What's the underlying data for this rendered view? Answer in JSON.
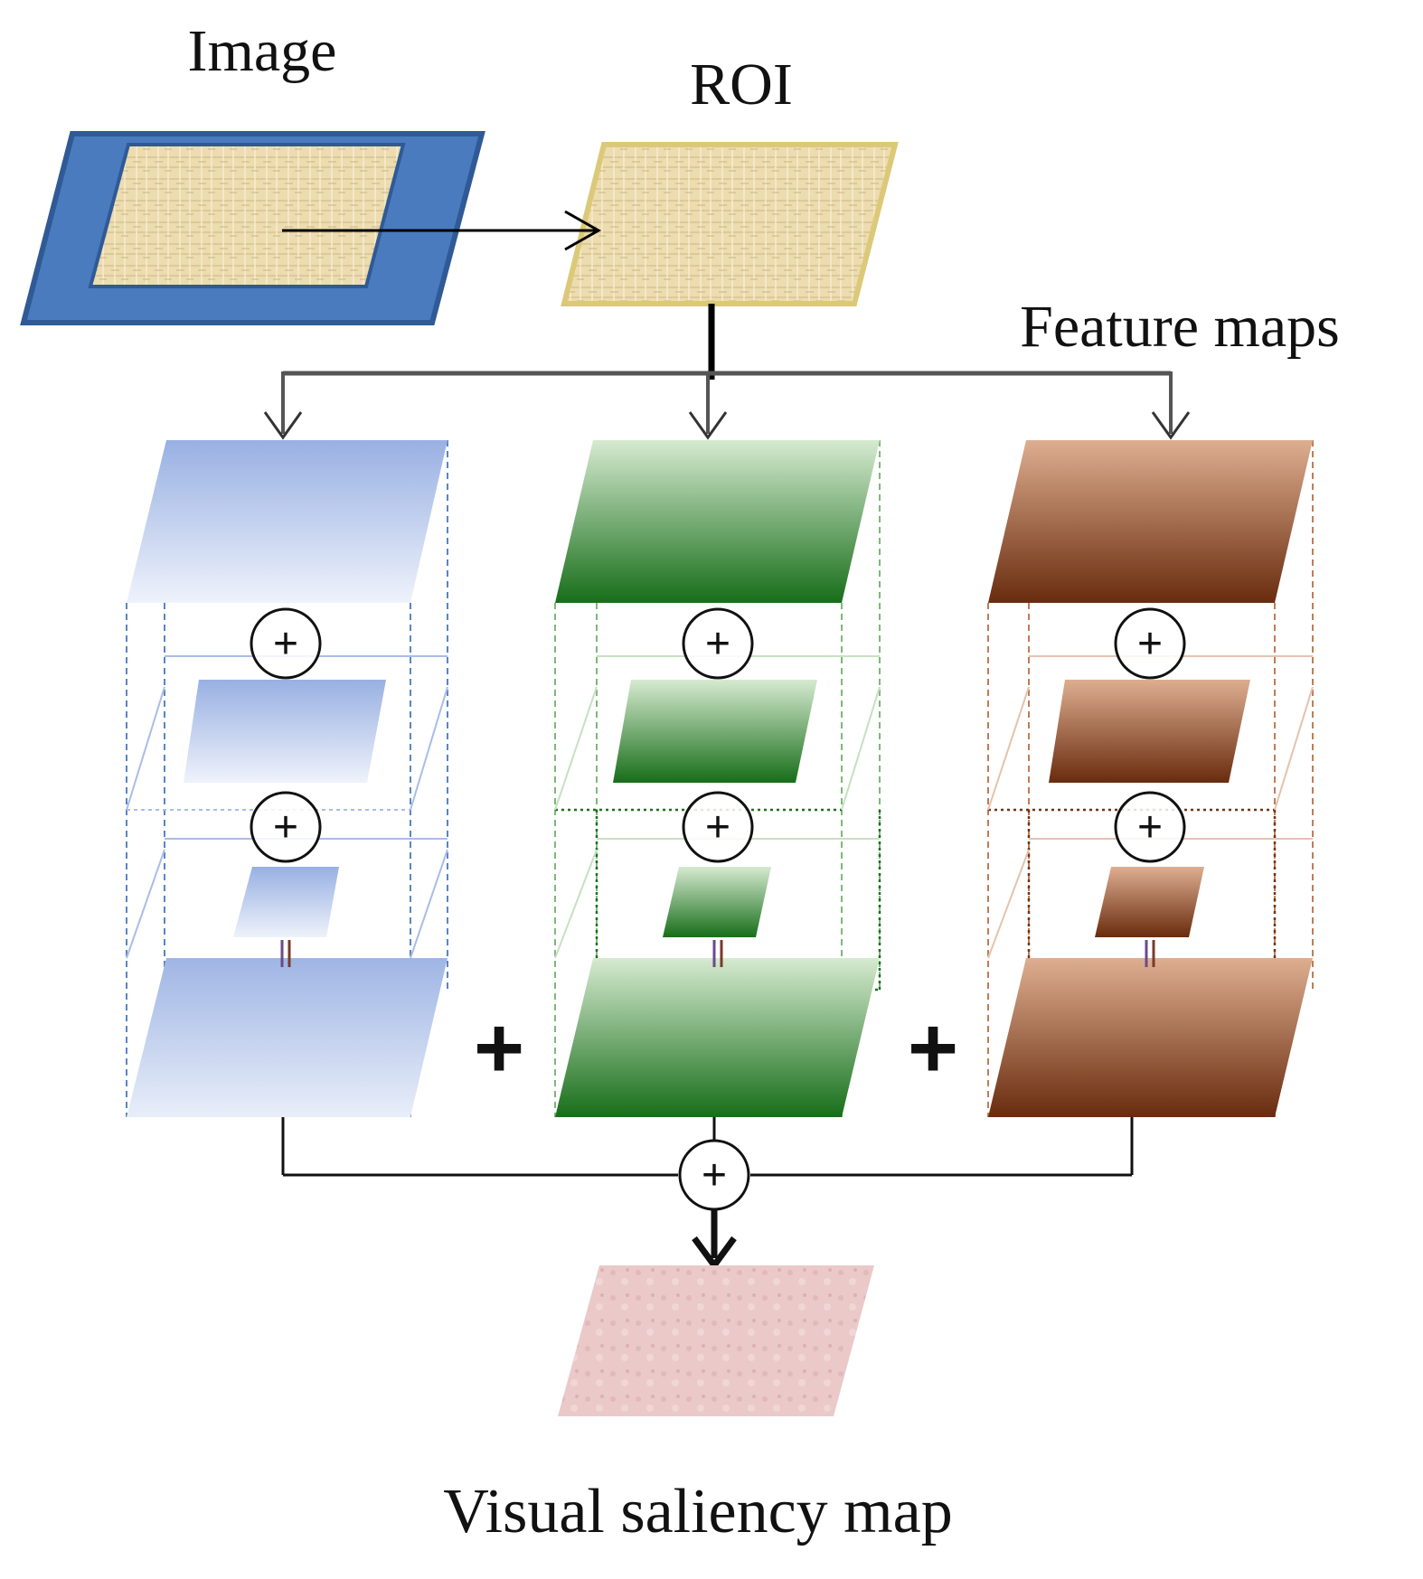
{
  "labels": {
    "image": "Image",
    "roi": "ROI",
    "feature_maps": "Feature maps",
    "output": "Visual saliency map"
  },
  "symbols": {
    "oplus": "+",
    "plus": "+",
    "equals": "="
  },
  "colors": {
    "image_frame": "#4a7bbf",
    "image_frame_edge": "#2f5a95",
    "roi_texture": "#ead9a8",
    "roi_edge": "#d9c56a",
    "blue_light": "#e4ebf8",
    "blue_dark": "#9db3e3",
    "blue_line": "#5b84c6",
    "green_light": "#c8e2c0",
    "green_dark": "#17701a",
    "green_line": "#3d8f3a",
    "brown_light": "#dba988",
    "brown_dark": "#6b2d10",
    "brown_line": "#a3552c",
    "saliency": "#e9c6c6"
  },
  "feature_maps": [
    {
      "name": "feature-map-blue",
      "color": "blue"
    },
    {
      "name": "feature-map-green",
      "color": "green"
    },
    {
      "name": "feature-map-brown",
      "color": "brown"
    }
  ]
}
